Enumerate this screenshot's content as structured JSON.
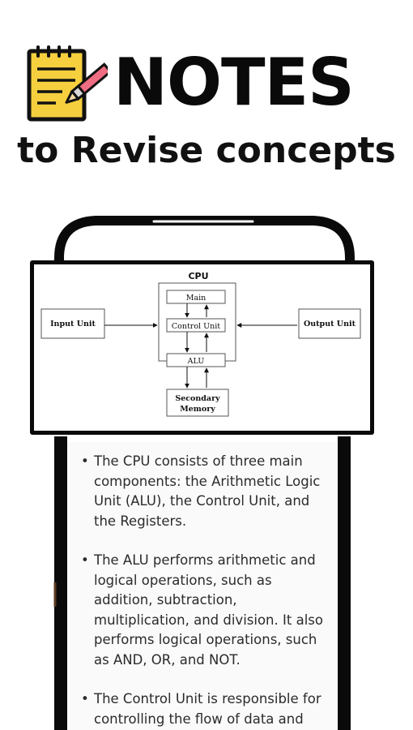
{
  "headline": {
    "title": "NOTES",
    "subtitle": "to Revise concepts",
    "icon": "notepad-pencil-icon"
  },
  "diagram": {
    "cpu_label": "CPU",
    "main": "Main",
    "control_unit": "Control Unit",
    "alu": "ALU",
    "secondary_memory_line1": "Secondary",
    "secondary_memory_line2": "Memory",
    "input_unit": "Input Unit",
    "output_unit": "Output Unit"
  },
  "notes": [
    "The CPU consists of three main components: the Arithmetic Logic Unit (ALU), the Control Unit, and the Registers.",
    "The ALU performs arithmetic and logical operations, such as addition, subtraction, multiplication, and division. It also performs logical operations, such as AND, OR, and NOT.",
    "The Control Unit is responsible for controlling the flow of data and"
  ],
  "colors": {
    "notepad_yellow": "#f6cf3f",
    "frame_black": "#0a0a0a",
    "pencil_pink": "#ef6d82"
  }
}
